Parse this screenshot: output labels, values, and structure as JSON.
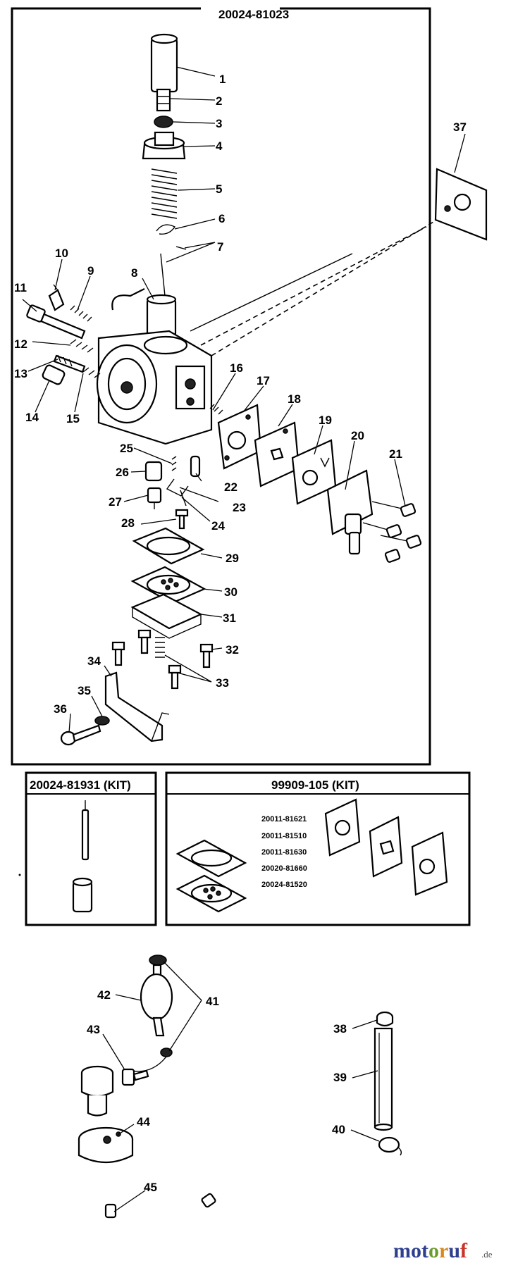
{
  "main_title": "20024-81023",
  "kit1_title": "20024-81931 (KIT)",
  "kit2_title": "99909-105 (KIT)",
  "kit2_parts": [
    "20011-81621",
    "20011-81510",
    "20011-81630",
    "20020-81660",
    "20024-81520"
  ],
  "labels": {
    "n1": "1",
    "n2": "2",
    "n3": "3",
    "n4": "4",
    "n5": "5",
    "n6": "6",
    "n7": "7",
    "n8": "8",
    "n9": "9",
    "n10": "10",
    "n11": "11",
    "n12": "12",
    "n13": "13",
    "n14": "14",
    "n15": "15",
    "n16": "16",
    "n17": "17",
    "n18": "18",
    "n19": "19",
    "n20": "20",
    "n21": "21",
    "n22": "22",
    "n23": "23",
    "n24": "24",
    "n25": "25",
    "n26": "26",
    "n27": "27",
    "n28": "28",
    "n29": "29",
    "n30": "30",
    "n31": "31",
    "n32": "32",
    "n33": "33",
    "n34": "34",
    "n35": "35",
    "n36": "36",
    "n37": "37",
    "n38": "38",
    "n39": "39",
    "n40": "40",
    "n41": "41",
    "n42": "42",
    "n43": "43",
    "n44": "44",
    "n45": "45"
  },
  "watermark": {
    "brand": "motoruf",
    "tld": ".de"
  }
}
